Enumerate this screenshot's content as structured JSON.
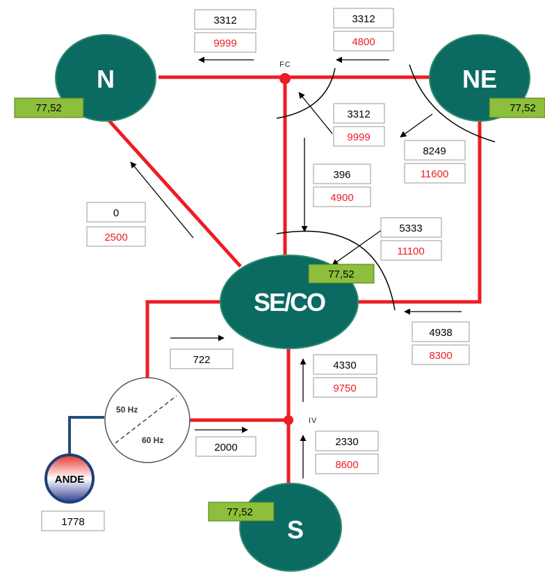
{
  "colors": {
    "node_fill": "#0b6b63",
    "node_stroke": "#2e8a6c",
    "line": "#ee1c24",
    "ande_line": "#1f4e79",
    "flow_limit": "#ee1c24",
    "flow_value": "#000000",
    "badge_fill": "#8dbe3c"
  },
  "nodes": {
    "n": "N",
    "ne": "NE",
    "seco": "SE/CO",
    "s": "S",
    "ande": "ANDE"
  },
  "points": {
    "fc": "FC",
    "iv": "IV"
  },
  "converter": {
    "hz50": "50 Hz",
    "hz60": "60 Hz"
  },
  "badges": {
    "n": "77,52",
    "ne": "77,52",
    "seco": "77,52",
    "s": "77,52"
  },
  "flows": {
    "n_fc": {
      "value": "3312",
      "limit": "9999"
    },
    "fc_ne": {
      "value": "3312",
      "limit": "4800"
    },
    "fc_cut": {
      "value": "3312",
      "limit": "9999"
    },
    "ne_cut": {
      "value": "8249",
      "limit": "11600"
    },
    "fc_seco": {
      "value": "396",
      "limit": "4900"
    },
    "seco_n": {
      "value": "0",
      "limit": "2500"
    },
    "seco_cut": {
      "value": "5333",
      "limit": "11100"
    },
    "ne_seco": {
      "value": "4938",
      "limit": "8300"
    },
    "iv_seco": {
      "value": "4330",
      "limit": "9750"
    },
    "s_iv": {
      "value": "2330",
      "limit": "8600"
    },
    "conv_seco": {
      "value": "722"
    },
    "conv_iv": {
      "value": "2000"
    },
    "ande": {
      "value": "1778"
    }
  }
}
